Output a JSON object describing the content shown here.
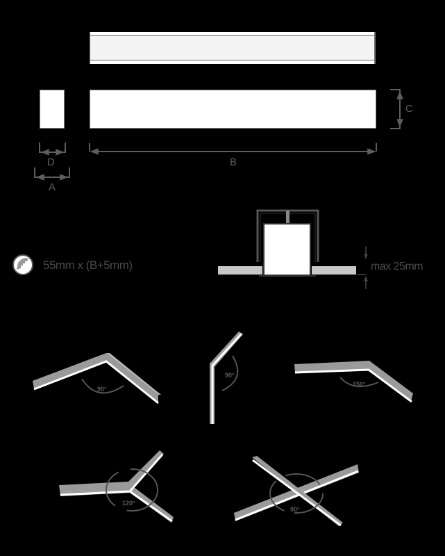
{
  "dimensions": {
    "labels": {
      "A": "A",
      "B": "B",
      "C": "C",
      "D": "D"
    }
  },
  "cutout": {
    "icon": "saw-icon",
    "text": "55mm x (B+5mm)"
  },
  "ceiling_mount": {
    "text": "max 25mm"
  },
  "configurations": [
    {
      "name": "L-shape",
      "angle": "90°"
    },
    {
      "name": "vertical-bend",
      "angle": "90°"
    },
    {
      "name": "wide-bend",
      "angle": "150°"
    },
    {
      "name": "Y-shape",
      "angle": "120°"
    },
    {
      "name": "X-shape",
      "angle": "90°"
    }
  ],
  "colors": {
    "background": "#000000",
    "profile_fill": "#ffffff",
    "profile_top": "#f4f4f4",
    "dimension_lines": "#5e5e5e",
    "ceiling": "#c8c8c8",
    "fixture_side": "#9a9a9a"
  }
}
